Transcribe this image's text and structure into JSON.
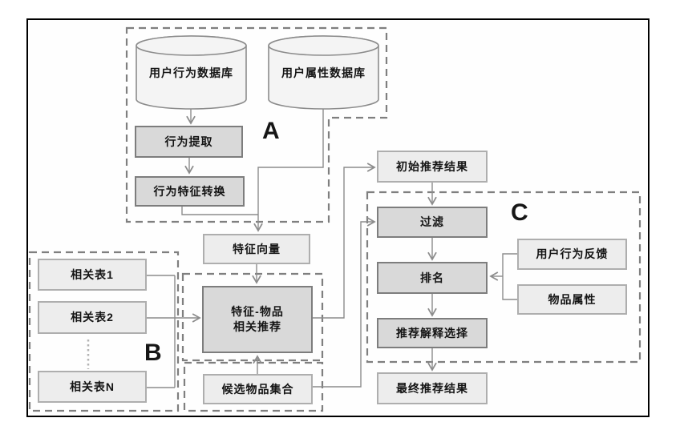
{
  "groups": {
    "a": "A",
    "b": "B",
    "c": "C"
  },
  "nodes": {
    "user_behavior_db": "用户行为数据库",
    "user_attr_db": "用户属性数据库",
    "behavior_extract": "行为提取",
    "behavior_feature_convert": "行为特征转换",
    "feature_vector": "特征向量",
    "feature_item_rec": "特征-物品\n相关推荐",
    "candidate_items": "候选物品集合",
    "rel_table_1": "相关表1",
    "rel_table_2": "相关表2",
    "rel_table_n": "相关表N",
    "initial_result": "初始推荐结果",
    "filter": "过滤",
    "rank": "排名",
    "explain_select": "推荐解释选择",
    "final_result": "最终推荐结果",
    "feedback": "用户行为反馈",
    "item_attr": "物品属性"
  },
  "colors": {
    "node_dark_fill": "#d9d9d9",
    "node_dark_border": "#7d7d7d",
    "node_light_fill": "#ededed",
    "node_light_border": "#aeaeae",
    "cylinder_fill": "#f4f4f4",
    "connector_line": "#8c8c8c",
    "dashed_outline": "#7f7f7f",
    "frame_border": "#000000",
    "text": "#141414"
  }
}
